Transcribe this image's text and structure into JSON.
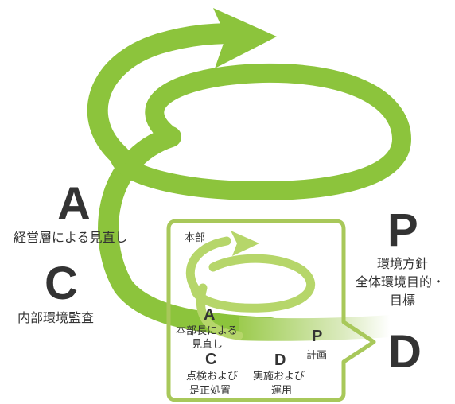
{
  "colors": {
    "green_main": "#8cc43c",
    "green_dark": "#6fa82a",
    "green_light": "#b6d66a",
    "box_border": "#a8c85a",
    "text_dark": "#333333",
    "text_white": "#ffffff"
  },
  "outer": {
    "title": "継続的改善",
    "A": {
      "letter": "A",
      "label": "経営層による見直し"
    },
    "C": {
      "letter": "C",
      "label": "内部環境監査"
    },
    "P": {
      "letter": "P",
      "line1": "環境方針",
      "line2": "全体環境目的・",
      "line3": "目標"
    },
    "D": {
      "letter": "D"
    }
  },
  "inner": {
    "box_label": "本部",
    "title": "継続的改善",
    "A": {
      "letter": "A",
      "line1": "本部長による",
      "line2": "見直し"
    },
    "C": {
      "letter": "C",
      "line1": "点検および",
      "line2": "是正処置"
    },
    "P": {
      "letter": "P",
      "label": "計画"
    },
    "D": {
      "letter": "D",
      "line1": "実施および",
      "line2": "運用"
    }
  }
}
